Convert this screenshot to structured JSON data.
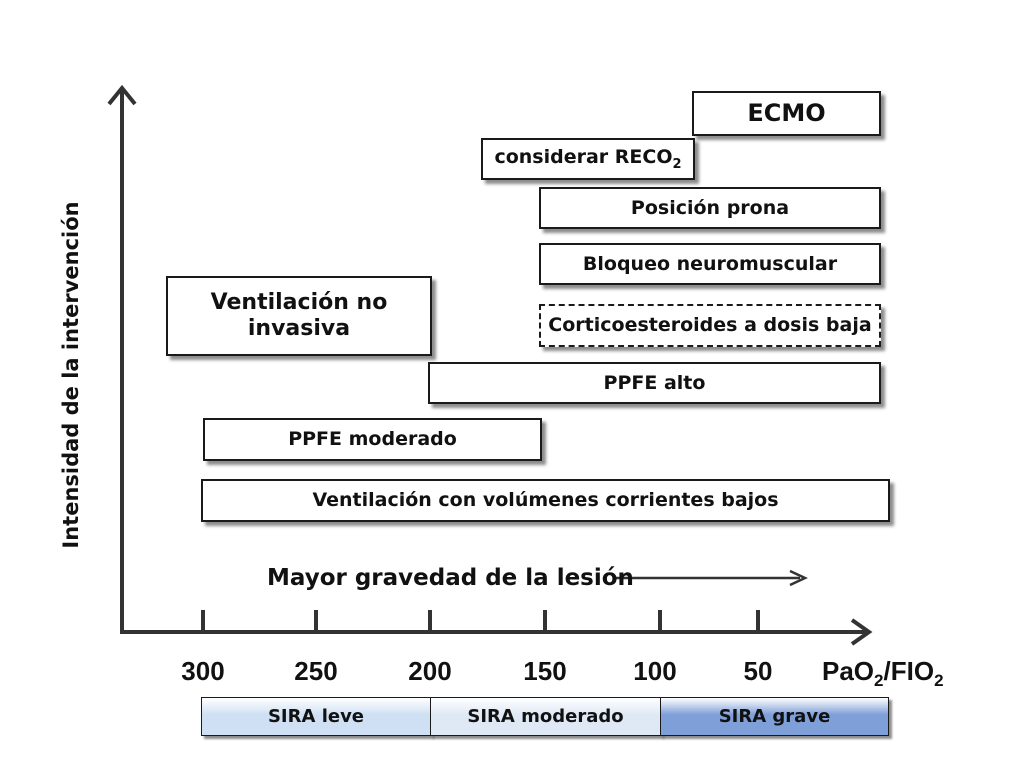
{
  "yaxis_label": "Intensidad de la intervención",
  "severity_label": "Mayor gravedad de la lesión",
  "xaxis": {
    "ticks": [
      "300",
      "250",
      "200",
      "150",
      "100",
      "50"
    ],
    "unit_pa": "PaO",
    "unit_sub1": "2",
    "unit_fio": "/FIO",
    "unit_sub2": "2"
  },
  "interventions": {
    "ecmo": "ECMO",
    "reco2_prefix": "considerar RECO",
    "reco2_sub": "2",
    "prona": "Posición prona",
    "bloqueo": "Bloqueo neuromuscular",
    "vni": "Ventilación no invasiva",
    "cortico": "Corticoesteroides a dosis baja",
    "ppfe_alto": "PPFE alto",
    "ppfe_moderado": "PPFE moderado",
    "vt_bajos": "Ventilación con volúmenes corrientes bajos"
  },
  "sira": [
    {
      "label": "SIRA leve",
      "color": "#cfe0f4"
    },
    {
      "label": "SIRA moderado",
      "color": "#dfe9f6"
    },
    {
      "label": "SIRA grave",
      "color": "#7f9fd8"
    }
  ]
}
